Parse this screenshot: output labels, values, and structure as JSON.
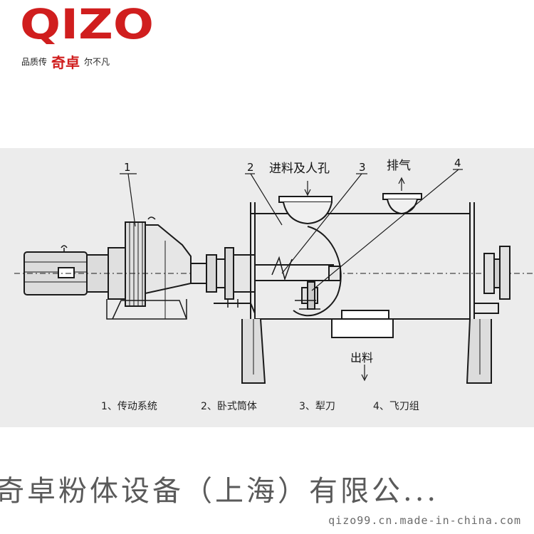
{
  "brand": {
    "logo_text": "QIZO",
    "slogan_left": "品质传",
    "slogan_brand": "奇卓",
    "slogan_right": "尔不凡",
    "color": "#d01e1e"
  },
  "diagram": {
    "callouts": {
      "c1": "1",
      "c2": "2",
      "c3": "3",
      "c4": "4"
    },
    "labels": {
      "inlet": "进料及人孔",
      "exhaust": "排气",
      "outlet": "出料"
    },
    "legend": [
      "1、传动系统",
      "2、卧式筒体",
      "3、犁刀",
      "4、飞刀组"
    ]
  },
  "footer": {
    "company": "奇卓粉体设备（上海）有限公...",
    "url": "qizo99.cn.made-in-china.com"
  }
}
